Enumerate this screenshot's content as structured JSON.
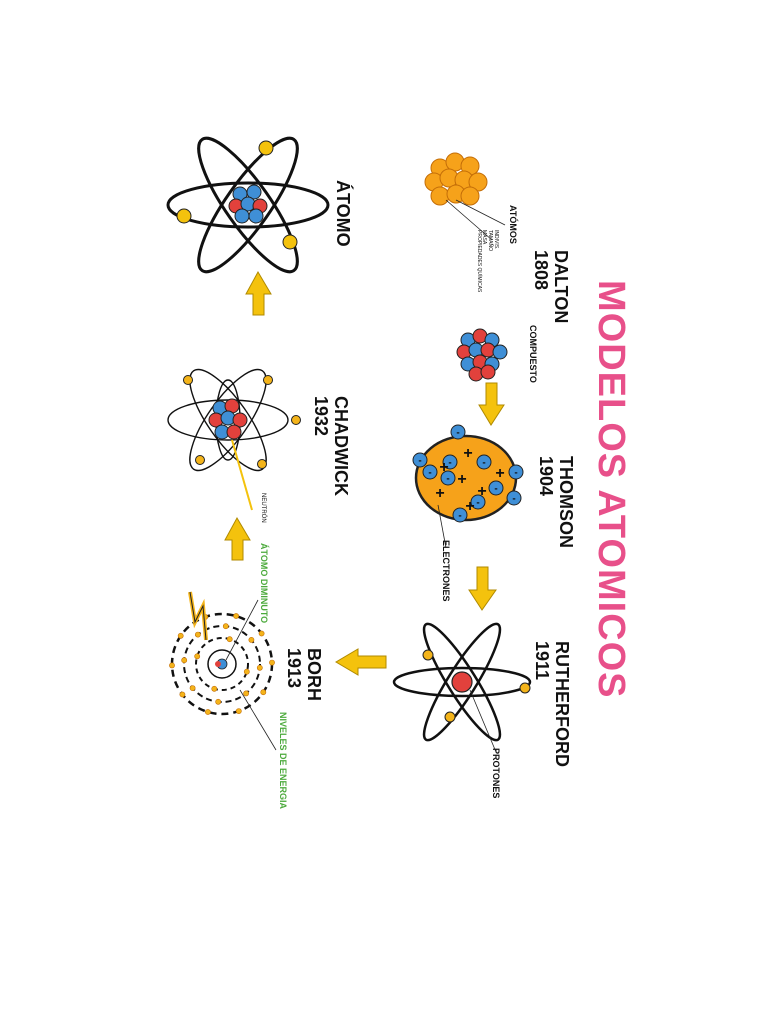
{
  "title": "MODELOS ATOMICOS",
  "colors": {
    "title": "#e8508a",
    "arrow": "#f4c20d",
    "proton": "#e2413c",
    "neutron": "#3f8fd6",
    "electron": "#f4b41a",
    "green_label": "#4caa3c"
  },
  "models": [
    {
      "id": "dalton",
      "name": "DALTON",
      "year": "1808",
      "labels": [
        "ATÓMOS",
        "COMPUESTO"
      ],
      "notes": [
        "INDIVIS.",
        "TAMAÑO",
        "MASA",
        "PROPIEDADES QUÍMICAS"
      ]
    },
    {
      "id": "thomson",
      "name": "THOMSON",
      "year": "1904",
      "labels": [
        "ELECTRONES"
      ]
    },
    {
      "id": "rutherford",
      "name": "RUTHERFORD",
      "year": "1911",
      "labels": [
        "PROTONES"
      ]
    },
    {
      "id": "bohr",
      "name": "BORH",
      "year": "1913",
      "labels": [
        "ÁTOMO DIMINUTO",
        "NIVELES DE ENERGIA"
      ]
    },
    {
      "id": "chadwick",
      "name": "CHADWICK",
      "year": "1932",
      "labels": [
        "NEUTRÓN"
      ]
    },
    {
      "id": "atom",
      "name": "ÁTOMO"
    }
  ],
  "thomson_charges": {
    "positive": "+",
    "negative": "-"
  }
}
